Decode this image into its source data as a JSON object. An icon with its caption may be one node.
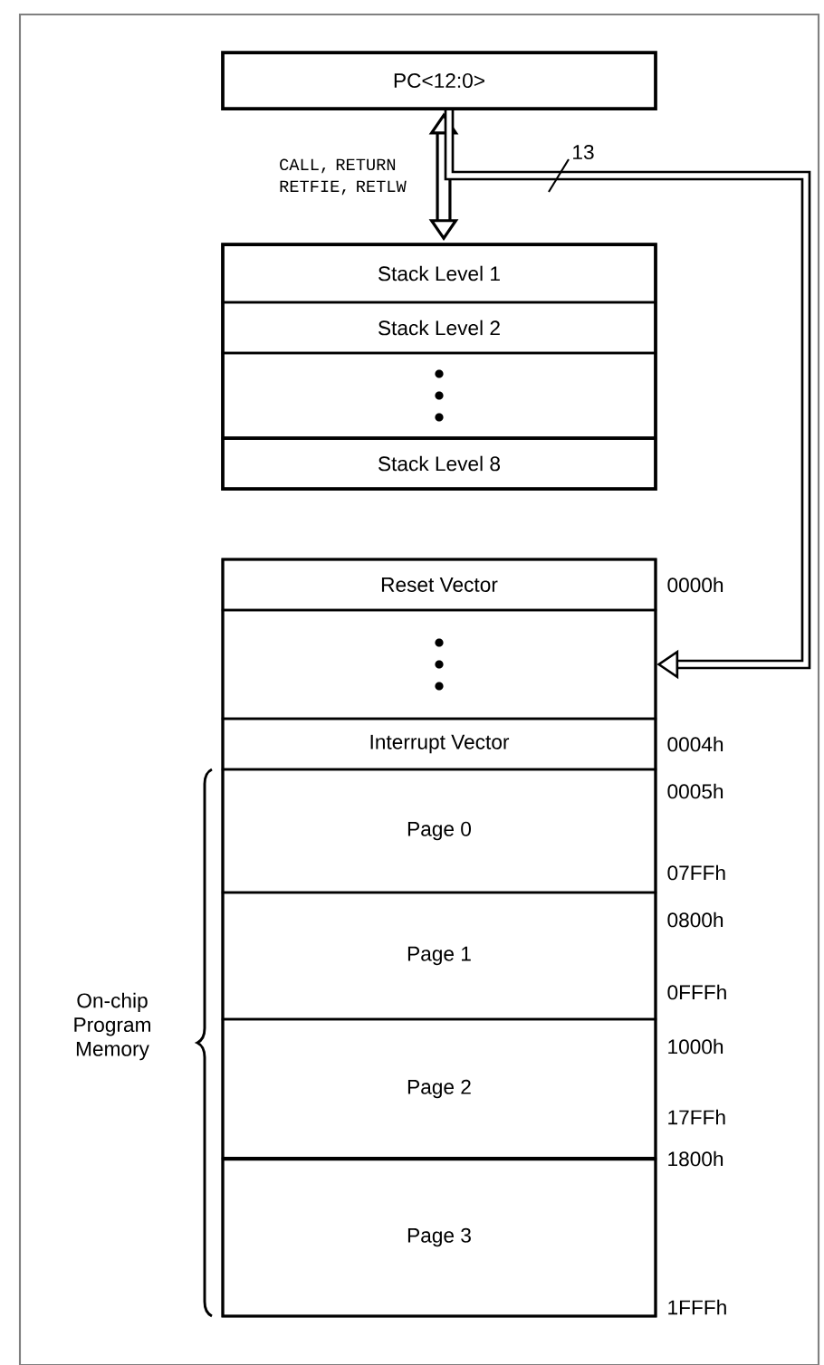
{
  "diagram": {
    "nodes": [
      {
        "text": [
          "PC<12:0>"
        ]
      },
      {
        "text": [
          "Stack Level 1"
        ]
      },
      {
        "text": [
          "Stack Level 2"
        ]
      },
      {
        "text": [],
        "shape": "box"
      },
      {
        "text": [
          "Stack Level 8"
        ]
      },
      {
        "text": [
          "Reset Vector"
        ]
      },
      {
        "text": [],
        "shape": "box"
      },
      {
        "text": [
          "Interrupt Vector"
        ]
      },
      {
        "text": [
          "Page 0"
        ]
      },
      {
        "text": [
          "Page 1"
        ]
      },
      {
        "text": [
          "Page 2"
        ]
      },
      {
        "text": [
          "Page 3"
        ]
      }
    ],
    "edges": [
      {
        "from": 0,
        "to": 1,
        "arrow": "both",
        "label": "CALL, RETURN RETFIE, RETLW"
      },
      {
        "from": 0,
        "to": 6,
        "arrow": "to",
        "label": "13"
      }
    ],
    "labels": [
      "0000h",
      "0004h",
      "0005h",
      "07FFh",
      "0800h",
      "0FFFh",
      "On-chip Program Memory",
      "1000h",
      "17FFh",
      "1800h",
      "1FFFh"
    ]
  }
}
